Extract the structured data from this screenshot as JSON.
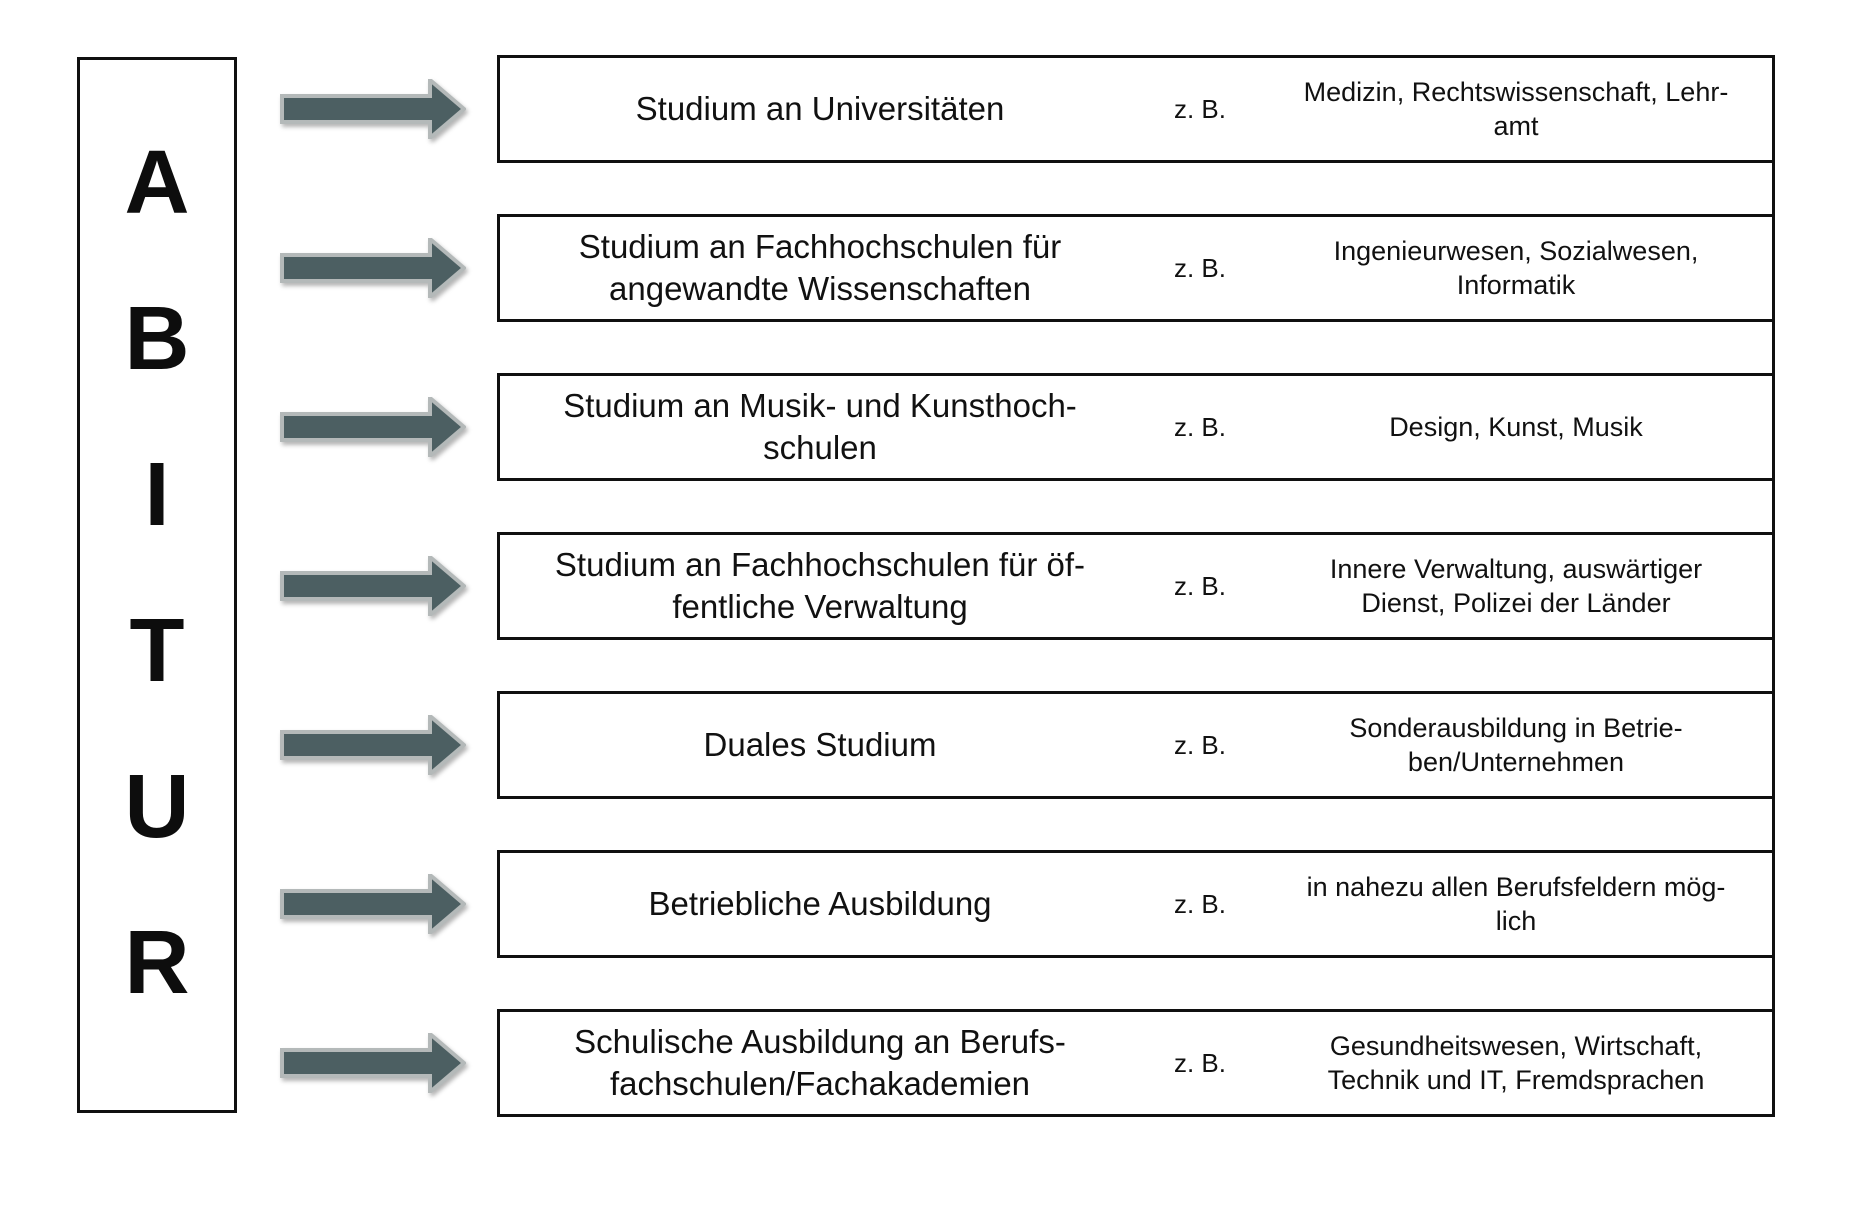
{
  "diagram": {
    "letters": [
      "A",
      "B",
      "I",
      "T",
      "U",
      "R"
    ],
    "example_label": "z. B.",
    "rows": [
      {
        "title": "Studium an Universitäten",
        "examples": "Medizin, Rechtswissenschaft, Lehr-\namt"
      },
      {
        "title": "Studium an Fachhochschulen für\nangewandte Wissenschaften",
        "examples": "Ingenieurwesen, Sozialwesen,\nInformatik"
      },
      {
        "title": "Studium an Musik- und Kunsthoch-\nschulen",
        "examples": "Design, Kunst, Musik"
      },
      {
        "title": "Studium an Fachhochschulen für öf-\nfentliche Verwaltung",
        "examples": "Innere Verwaltung, auswärtiger\nDienst, Polizei der Länder"
      },
      {
        "title": "Duales Studium",
        "examples": "Sonderausbildung in Betrie-\nben/Unternehmen"
      },
      {
        "title": "Betriebliche Ausbildung",
        "examples": "in nahezu allen Berufsfeldern mög-\nlich"
      },
      {
        "title": "Schulische Ausbildung an Berufs-\nfachschulen/Fachakademien",
        "examples": "Gesundheitswesen, Wirtschaft,\nTechnik und IT, Fremdsprachen"
      }
    ],
    "colors": {
      "arrow_fill": "#4c5f62",
      "arrow_outline": "#b4b9b9",
      "border": "#101010",
      "text": "#1a1a1a",
      "background": "#ffffff"
    }
  }
}
